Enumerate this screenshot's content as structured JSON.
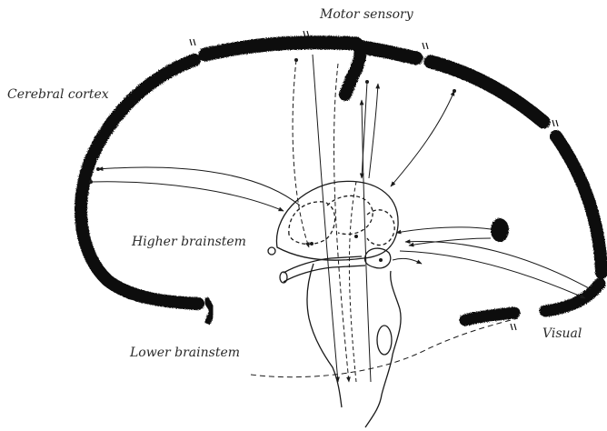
{
  "labels": {
    "motor_sensory": "Motor sensory",
    "cerebral_cortex": "Cerebral cortex",
    "higher_brainstem": "Higher brainstem",
    "lower_brainstem": "Lower brainstem",
    "visual": "Visual"
  },
  "colors": {
    "ink": "#1a1a1a",
    "cortex": "#111111",
    "paper": "#ffffff"
  }
}
